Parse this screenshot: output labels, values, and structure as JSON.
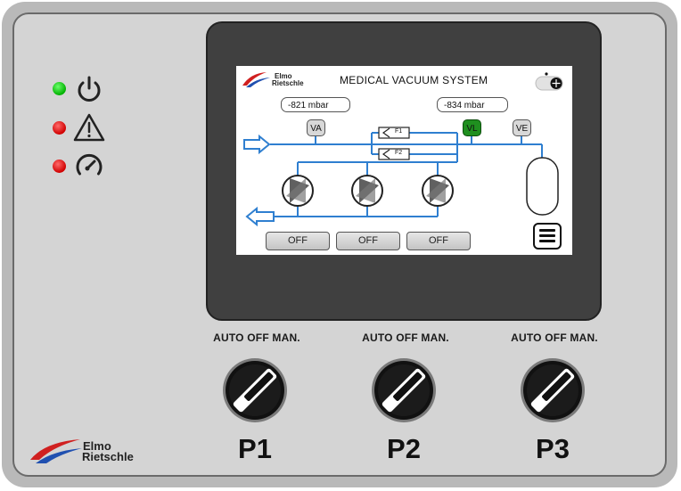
{
  "screen": {
    "title": "MEDICAL VACUUM SYSTEM",
    "logo_line1": "Elmo",
    "logo_line2": "Rietschle",
    "pressure_left": "-821 mbar",
    "pressure_right": "-834 mbar",
    "valves": [
      {
        "label": "VA",
        "active": false
      },
      {
        "label": "VL",
        "active": true
      },
      {
        "label": "VE",
        "active": false
      }
    ],
    "filters": [
      "F1",
      "F2"
    ],
    "pump_buttons": [
      "OFF",
      "OFF",
      "OFF"
    ],
    "icons": {
      "toggle": "toggle-icon",
      "menu": "menu-icon",
      "inlet": "inlet-arrow-icon",
      "outlet": "outlet-arrow-icon"
    }
  },
  "status_leds": [
    {
      "name": "power",
      "color": "#18c018",
      "icon": "power-icon"
    },
    {
      "name": "warning",
      "color": "#e01010",
      "icon": "warning-icon"
    },
    {
      "name": "gauge",
      "color": "#e01010",
      "icon": "gauge-icon"
    }
  ],
  "switches": [
    {
      "modes": "AUTO OFF MAN.",
      "name": "P1"
    },
    {
      "modes": "AUTO OFF MAN.",
      "name": "P2"
    },
    {
      "modes": "AUTO OFF MAN.",
      "name": "P3"
    }
  ],
  "brand": {
    "line1": "Elmo",
    "line2": "Rietschle"
  },
  "colors": {
    "panel": "#d4d4d4",
    "bezel": "#404040",
    "pipe": "#2f7fd0",
    "valve_on": "#1f8f1f"
  }
}
